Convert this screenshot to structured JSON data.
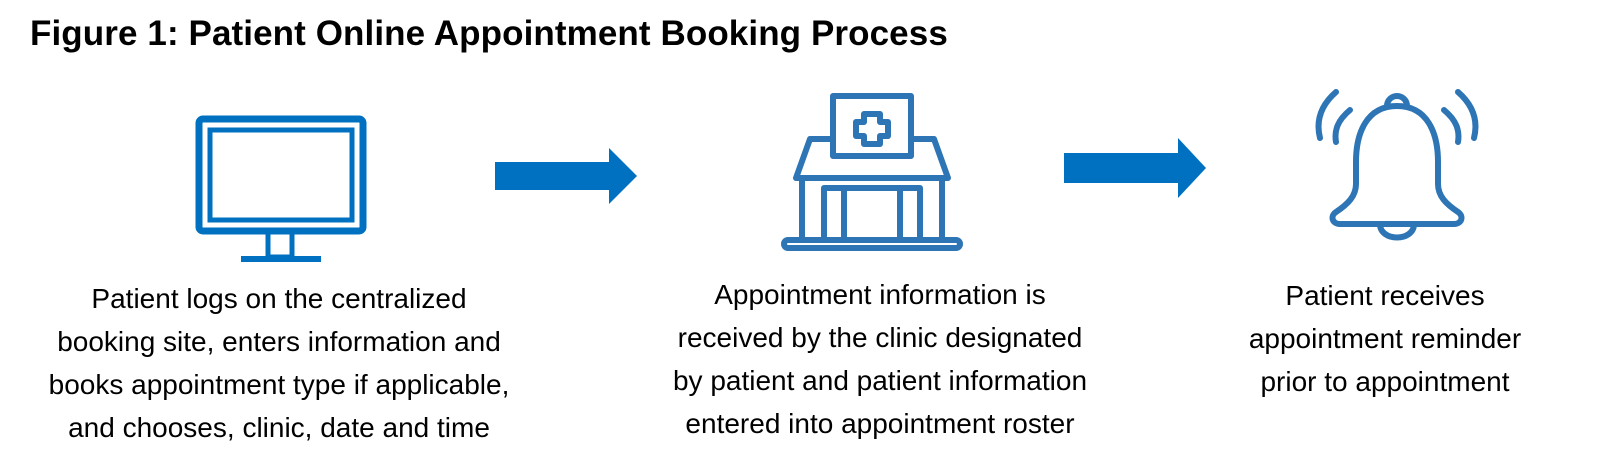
{
  "title": "Figure 1: Patient Online Appointment Booking Process",
  "colors": {
    "monitor": "#0070c0",
    "arrow": "#0070c0",
    "outline_icon": "#2e75b6",
    "text": "#000000"
  },
  "steps": [
    {
      "icon": "computer-monitor-icon",
      "lines": [
        "Patient logs on the centralized",
        "booking site, enters information and",
        "books appointment type if applicable,",
        "and chooses, clinic, date and time"
      ]
    },
    {
      "icon": "clinic-building-icon",
      "lines": [
        "Appointment information is",
        "received by the clinic designated",
        "by patient and patient information",
        "entered into appointment roster"
      ]
    },
    {
      "icon": "alarm-bell-icon",
      "lines": [
        "Patient receives",
        "appointment reminder",
        "prior to appointment"
      ]
    }
  ],
  "connectors": [
    "right-arrow-icon",
    "right-arrow-icon"
  ]
}
